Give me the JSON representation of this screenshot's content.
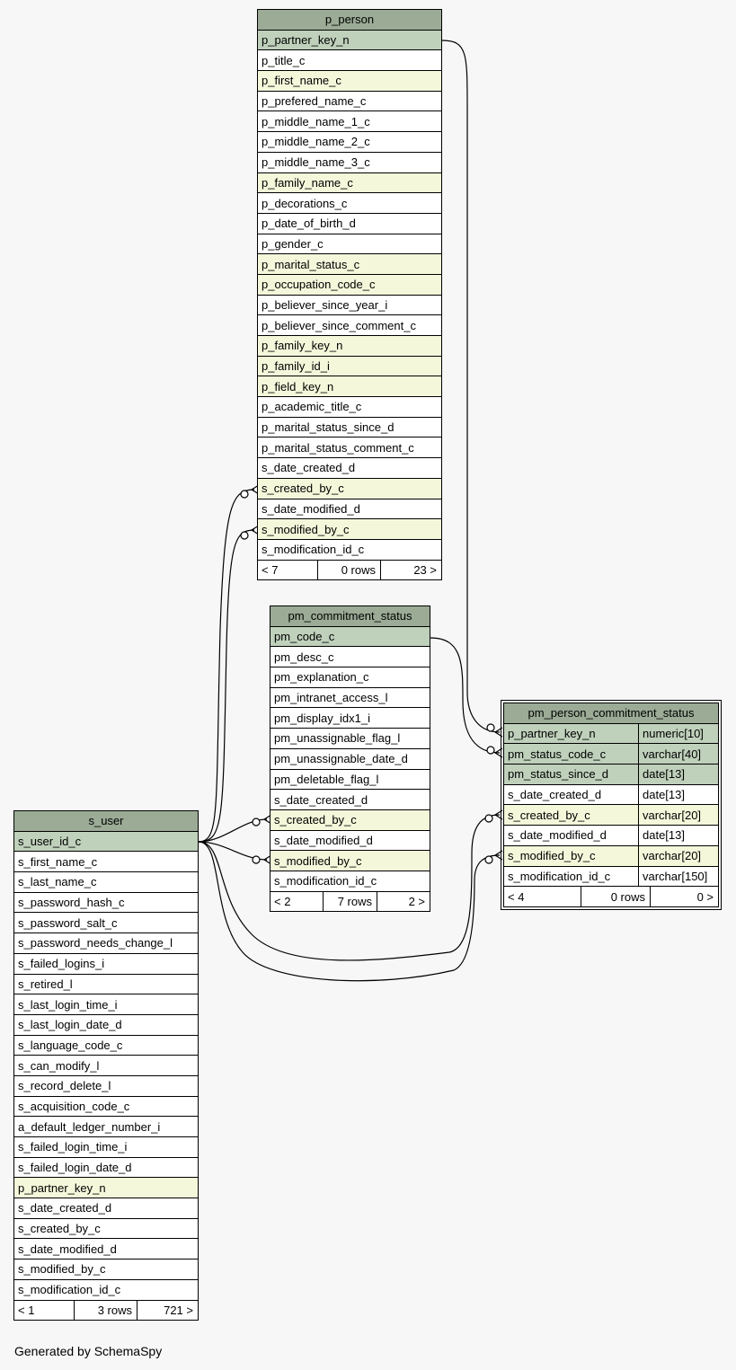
{
  "tables": [
    {
      "name": "p_person",
      "columns": [
        {
          "name": "p_partner_key_n",
          "kind": "pk"
        },
        {
          "name": "p_title_c",
          "kind": "plain"
        },
        {
          "name": "p_first_name_c",
          "kind": "fk"
        },
        {
          "name": "p_prefered_name_c",
          "kind": "plain"
        },
        {
          "name": "p_middle_name_1_c",
          "kind": "plain"
        },
        {
          "name": "p_middle_name_2_c",
          "kind": "plain"
        },
        {
          "name": "p_middle_name_3_c",
          "kind": "plain"
        },
        {
          "name": "p_family_name_c",
          "kind": "fk"
        },
        {
          "name": "p_decorations_c",
          "kind": "plain"
        },
        {
          "name": "p_date_of_birth_d",
          "kind": "plain"
        },
        {
          "name": "p_gender_c",
          "kind": "plain"
        },
        {
          "name": "p_marital_status_c",
          "kind": "fk"
        },
        {
          "name": "p_occupation_code_c",
          "kind": "fk"
        },
        {
          "name": "p_believer_since_year_i",
          "kind": "plain"
        },
        {
          "name": "p_believer_since_comment_c",
          "kind": "plain"
        },
        {
          "name": "p_family_key_n",
          "kind": "fk"
        },
        {
          "name": "p_family_id_i",
          "kind": "fk"
        },
        {
          "name": "p_field_key_n",
          "kind": "fk"
        },
        {
          "name": "p_academic_title_c",
          "kind": "plain"
        },
        {
          "name": "p_marital_status_since_d",
          "kind": "plain"
        },
        {
          "name": "p_marital_status_comment_c",
          "kind": "plain"
        },
        {
          "name": "s_date_created_d",
          "kind": "plain"
        },
        {
          "name": "s_created_by_c",
          "kind": "fk"
        },
        {
          "name": "s_date_modified_d",
          "kind": "plain"
        },
        {
          "name": "s_modified_by_c",
          "kind": "fk"
        },
        {
          "name": "s_modification_id_c",
          "kind": "plain"
        }
      ],
      "footer": {
        "prev": "< 7",
        "rows": "0 rows",
        "next": "23 >"
      }
    },
    {
      "name": "pm_commitment_status",
      "columns": [
        {
          "name": "pm_code_c",
          "kind": "pk"
        },
        {
          "name": "pm_desc_c",
          "kind": "plain"
        },
        {
          "name": "pm_explanation_c",
          "kind": "plain"
        },
        {
          "name": "pm_intranet_access_l",
          "kind": "plain"
        },
        {
          "name": "pm_display_idx1_i",
          "kind": "plain"
        },
        {
          "name": "pm_unassignable_flag_l",
          "kind": "plain"
        },
        {
          "name": "pm_unassignable_date_d",
          "kind": "plain"
        },
        {
          "name": "pm_deletable_flag_l",
          "kind": "plain"
        },
        {
          "name": "s_date_created_d",
          "kind": "plain"
        },
        {
          "name": "s_created_by_c",
          "kind": "fk"
        },
        {
          "name": "s_date_modified_d",
          "kind": "plain"
        },
        {
          "name": "s_modified_by_c",
          "kind": "fk"
        },
        {
          "name": "s_modification_id_c",
          "kind": "plain"
        }
      ],
      "footer": {
        "prev": "< 2",
        "rows": "7 rows",
        "next": "2 >"
      }
    },
    {
      "name": "pm_person_commitment_status",
      "columns": [
        {
          "name": "p_partner_key_n",
          "type": "numeric[10]",
          "kind": "pk"
        },
        {
          "name": "pm_status_code_c",
          "type": "varchar[40]",
          "kind": "pk"
        },
        {
          "name": "pm_status_since_d",
          "type": "date[13]",
          "kind": "pk"
        },
        {
          "name": "s_date_created_d",
          "type": "date[13]",
          "kind": "plain"
        },
        {
          "name": "s_created_by_c",
          "type": "varchar[20]",
          "kind": "fk"
        },
        {
          "name": "s_date_modified_d",
          "type": "date[13]",
          "kind": "plain"
        },
        {
          "name": "s_modified_by_c",
          "type": "varchar[20]",
          "kind": "fk"
        },
        {
          "name": "s_modification_id_c",
          "type": "varchar[150]",
          "kind": "plain"
        }
      ],
      "footer": {
        "prev": "< 4",
        "rows": "0 rows",
        "next": "0 >"
      }
    },
    {
      "name": "s_user",
      "columns": [
        {
          "name": "s_user_id_c",
          "kind": "pk"
        },
        {
          "name": "s_first_name_c",
          "kind": "plain"
        },
        {
          "name": "s_last_name_c",
          "kind": "plain"
        },
        {
          "name": "s_password_hash_c",
          "kind": "plain"
        },
        {
          "name": "s_password_salt_c",
          "kind": "plain"
        },
        {
          "name": "s_password_needs_change_l",
          "kind": "plain"
        },
        {
          "name": "s_failed_logins_i",
          "kind": "plain"
        },
        {
          "name": "s_retired_l",
          "kind": "plain"
        },
        {
          "name": "s_last_login_time_i",
          "kind": "plain"
        },
        {
          "name": "s_last_login_date_d",
          "kind": "plain"
        },
        {
          "name": "s_language_code_c",
          "kind": "plain"
        },
        {
          "name": "s_can_modify_l",
          "kind": "plain"
        },
        {
          "name": "s_record_delete_l",
          "kind": "plain"
        },
        {
          "name": "s_acquisition_code_c",
          "kind": "plain"
        },
        {
          "name": "a_default_ledger_number_i",
          "kind": "plain"
        },
        {
          "name": "s_failed_login_time_i",
          "kind": "plain"
        },
        {
          "name": "s_failed_login_date_d",
          "kind": "plain"
        },
        {
          "name": "p_partner_key_n",
          "kind": "fk"
        },
        {
          "name": "s_date_created_d",
          "kind": "plain"
        },
        {
          "name": "s_created_by_c",
          "kind": "plain"
        },
        {
          "name": "s_date_modified_d",
          "kind": "plain"
        },
        {
          "name": "s_modified_by_c",
          "kind": "plain"
        },
        {
          "name": "s_modification_id_c",
          "kind": "plain"
        }
      ],
      "footer": {
        "prev": "< 1",
        "rows": "3 rows",
        "next": "721 >"
      }
    }
  ],
  "footer_text": "Generated by SchemaSpy",
  "colors": {
    "header": "#9bab96",
    "primary_key": "#bfd0bb",
    "foreign_key": "#f4f7da",
    "plain": "#ffffff",
    "background": "#f7f7f7"
  }
}
